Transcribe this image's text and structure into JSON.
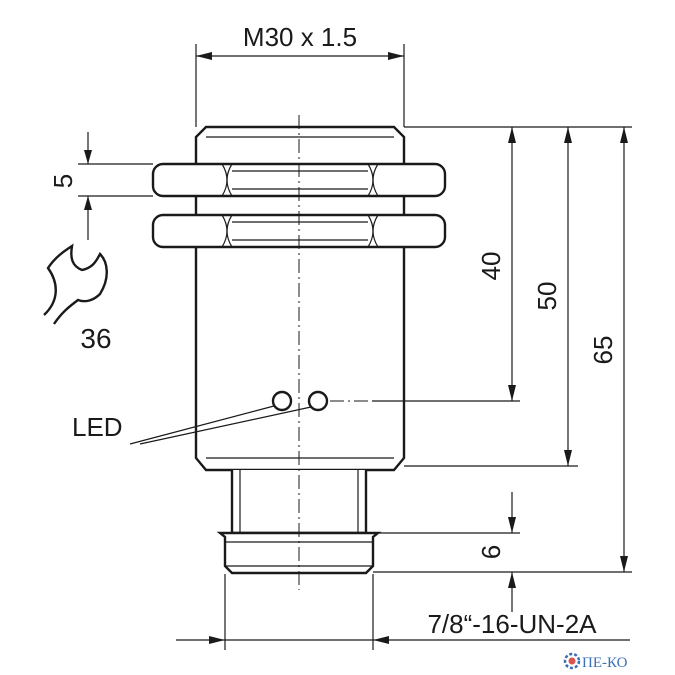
{
  "dimensions": {
    "thread_main": "M30 x 1.5",
    "nut_thickness": "5",
    "wrench_size": "36",
    "length_40": "40",
    "length_50": "50",
    "length_65": "65",
    "connector_length": "6",
    "connector_thread": "7/8“-16-UN-2A"
  },
  "labels": {
    "led": "LED"
  },
  "watermark": {
    "text": "ПЕ-КО",
    "color": "#3a6fb5",
    "icon": "gear-icon"
  }
}
